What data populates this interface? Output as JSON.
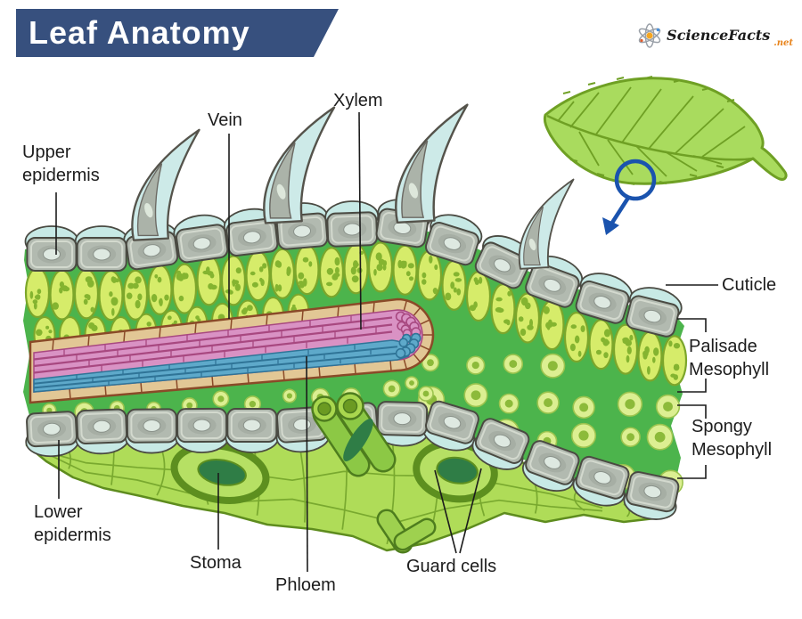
{
  "title": {
    "text": "Leaf Anatomy"
  },
  "logo": {
    "brand": "ScienceFacts",
    "tld": ".net"
  },
  "labels": {
    "upper_epidermis": "Upper epidermis",
    "vein": "Vein",
    "xylem": "Xylem",
    "cuticle": "Cuticle",
    "palisade_mesophyll": "Palisade Mesophyll",
    "spongy_mesophyll": "Spongy Mesophyll",
    "lower_epidermis": "Lower epidermis",
    "stoma": "Stoma",
    "phloem": "Phloem",
    "guard_cells": "Guard cells"
  },
  "colors": {
    "banner_bg": "#37507E",
    "banner_text": "#FFFFFF",
    "label_text": "#1C1C1C",
    "leader_line": "#1C1C1C",
    "leaf_fill": "#A9DB5E",
    "leaf_vein": "#6FA024",
    "magnifier_blue": "#1A53AE",
    "mesophyll_bg": "#4CB44C",
    "cuticle": "#C7E9E5",
    "epidermis_cell": "#B2BAB0",
    "epidermis_nucleus": "#DEE9E1",
    "cell_outline_dark": "#4A4A42",
    "palisade_fill": "#D6EC6A",
    "palisade_dot": "#84B430",
    "palisade_stroke": "#7CA62B",
    "spongy_fill": "#DCEF92",
    "spongy_dot": "#8CBA3A",
    "spongy_stroke": "#9CC44E",
    "sheath_fill": "#E2C795",
    "sheath_stroke": "#8A4A28",
    "xylem_fill": "#D992C4",
    "xylem_stroke": "#A84880",
    "phloem_fill": "#5EA9CA",
    "phloem_stroke": "#2F7497",
    "lower_tissue_fill": "#AFDC58",
    "lower_tissue_stroke": "#5E8C1E",
    "tissue_cell_line": "#79A92F",
    "stoma_ring": "#5D8F1F",
    "stoma_inner": "#B6E064",
    "stoma_pore": "#2F7D46",
    "guard_tube_fill": "#8CC845",
    "guard_tube_stroke": "#4E7D1E",
    "guard_ring_fill": "#A9D74E",
    "guard_ring_dot": "#6B9A22",
    "trichome_fill": "#CDEAE8",
    "trichome_cell": "#ABB3A9",
    "logo_text": "#1B1B1B",
    "logo_accent": "#E8841C"
  }
}
